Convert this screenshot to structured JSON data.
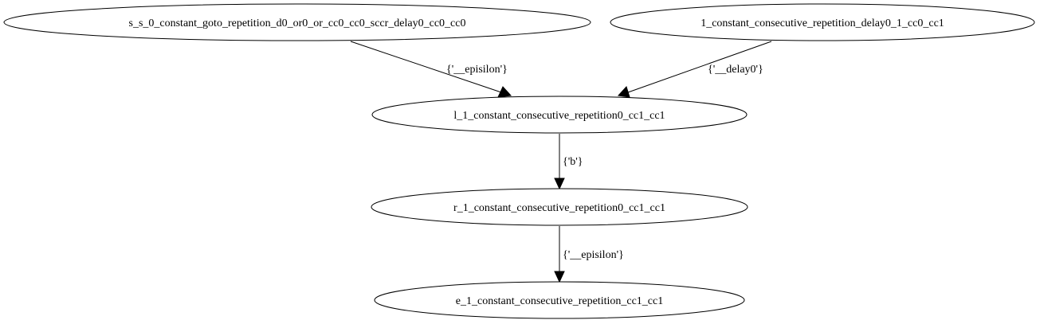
{
  "nodes": [
    {
      "id": "n_ss0",
      "label": "s_s_0_constant_goto_repetition_d0_or0_or_cc0_cc0_sccr_delay0_cc0_cc0"
    },
    {
      "id": "n_1cc",
      "label": "1_constant_consecutive_repetition_delay0_1_cc0_cc1"
    },
    {
      "id": "n_l1",
      "label": "l_1_constant_consecutive_repetition0_cc1_cc1"
    },
    {
      "id": "n_r1",
      "label": "r_1_constant_consecutive_repetition0_cc1_cc1"
    },
    {
      "id": "n_e1",
      "label": "e_1_constant_consecutive_repetition_cc1_cc1"
    }
  ],
  "edges": [
    {
      "id": "e_ss0_l1",
      "from": "n_ss0",
      "to": "n_l1",
      "label": "{'__episilon'}"
    },
    {
      "id": "e_1cc_l1",
      "from": "n_1cc",
      "to": "n_l1",
      "label": "{'__delay0'}"
    },
    {
      "id": "e_l1_r1",
      "from": "n_l1",
      "to": "n_r1",
      "label": "{'b'}"
    },
    {
      "id": "e_r1_e1",
      "from": "n_r1",
      "to": "n_e1",
      "label": "{'__episilon'}"
    }
  ]
}
